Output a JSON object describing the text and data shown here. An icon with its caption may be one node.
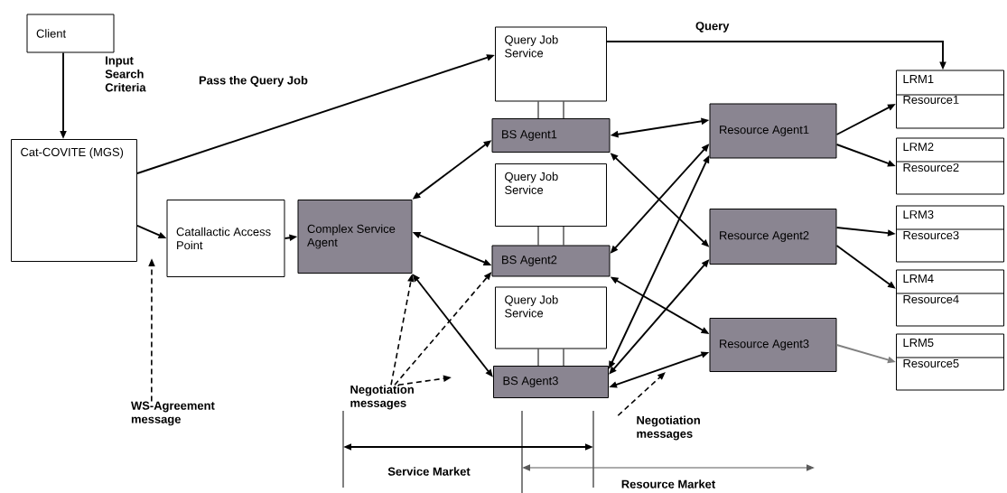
{
  "diagram": {
    "nodes": [
      {
        "text": [
          "Client"
        ]
      },
      {
        "text": [
          "Cat-COVITE (MGS)"
        ]
      },
      {
        "text": [
          "Catallactic Access Point"
        ]
      },
      {
        "text": [
          "Complex Service Agent"
        ]
      },
      {
        "text": [
          "Query Job Service"
        ]
      },
      {
        "text": [
          "BS Agent1"
        ]
      },
      {
        "text": [
          "Query Job Service"
        ]
      },
      {
        "text": [
          "BS Agent2"
        ]
      },
      {
        "text": [
          "Query Job Service"
        ]
      },
      {
        "text": [
          "BS Agent3"
        ]
      },
      {
        "text": [
          "Resource Agent1"
        ]
      },
      {
        "text": [
          "Resource Agent2"
        ]
      },
      {
        "text": [
          "Resource Agent3"
        ]
      },
      {
        "text": [
          "LRM1",
          "Resource1"
        ]
      },
      {
        "text": [
          "LRM2",
          "Resource2"
        ]
      },
      {
        "text": [
          "LRM3",
          "Resource3"
        ]
      },
      {
        "text": [
          "LRM4",
          "Resource4"
        ]
      },
      {
        "text": [
          "LRM5",
          "Resource5"
        ]
      },
      {
        "text": [
          "Negotiation messages"
        ]
      },
      {
        "text": [
          "WS-Agreement message"
        ]
      },
      {
        "text": [
          "Negotiation messages"
        ]
      }
    ],
    "edges": [
      {
        "from": 0,
        "to": 1,
        "arrow": "to",
        "label": "Input Search Criteria"
      },
      {
        "from": 1,
        "to": 4,
        "arrow": "to",
        "label": "Pass the Query Job"
      },
      {
        "from": 1,
        "to": 2,
        "arrow": "to"
      },
      {
        "from": 2,
        "to": 3,
        "arrow": "to"
      },
      {
        "from": 3,
        "to": 5,
        "arrow": "both"
      },
      {
        "from": 3,
        "to": 7,
        "arrow": "both"
      },
      {
        "from": 3,
        "to": 9,
        "arrow": "both"
      },
      {
        "from": 4,
        "to": 13,
        "arrow": "to",
        "label": "Query"
      },
      {
        "from": 4,
        "to": 5,
        "arrow": "none"
      },
      {
        "from": 4,
        "to": 5,
        "arrow": "none"
      },
      {
        "from": 6,
        "to": 7,
        "arrow": "none"
      },
      {
        "from": 6,
        "to": 7,
        "arrow": "none"
      },
      {
        "from": 8,
        "to": 9,
        "arrow": "none"
      },
      {
        "from": 8,
        "to": 9,
        "arrow": "none"
      },
      {
        "from": 5,
        "to": 10,
        "arrow": "both"
      },
      {
        "from": 5,
        "to": 11,
        "arrow": "both"
      },
      {
        "from": 7,
        "to": 10,
        "arrow": "both"
      },
      {
        "from": 7,
        "to": 12,
        "arrow": "both"
      },
      {
        "from": 9,
        "to": 10,
        "arrow": "both"
      },
      {
        "from": 9,
        "to": 11,
        "arrow": "both"
      },
      {
        "from": 9,
        "to": 12,
        "arrow": "both"
      },
      {
        "from": 10,
        "to": 13,
        "arrow": "to"
      },
      {
        "from": 10,
        "to": 14,
        "arrow": "to"
      },
      {
        "from": 11,
        "to": 15,
        "arrow": "to"
      },
      {
        "from": 11,
        "to": 16,
        "arrow": "to"
      },
      {
        "from": 12,
        "to": 17,
        "arrow": "to",
        "color": "#808080"
      },
      {
        "from": 18,
        "to": 3,
        "arrow": "to",
        "style": "dashed"
      },
      {
        "from": 18,
        "to": 7,
        "arrow": "to",
        "style": "dashed"
      },
      {
        "from": 18,
        "to": null,
        "arrow": "to",
        "style": "dashed"
      },
      {
        "from": 19,
        "to": null,
        "arrow": "to",
        "style": "dashed"
      },
      {
        "from": 20,
        "to": null,
        "arrow": "to",
        "style": "dashed"
      }
    ],
    "labels": [
      "Service Market",
      "Resource Market"
    ]
  }
}
